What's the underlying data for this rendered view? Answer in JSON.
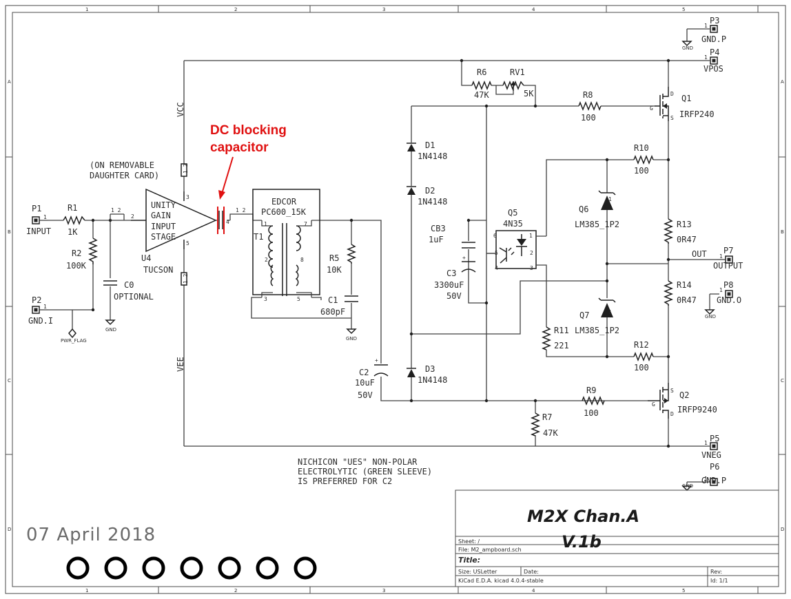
{
  "border": {
    "columns": [
      "1",
      "2",
      "3",
      "4",
      "5"
    ],
    "rows": [
      "A",
      "B",
      "C",
      "D"
    ]
  },
  "annotation": {
    "line1": "DC blocking",
    "line2": "capacitor"
  },
  "connectors": {
    "p1": {
      "ref": "P1",
      "name": "INPUT",
      "pin": "1"
    },
    "p2": {
      "ref": "P2",
      "name": "GND.I",
      "pin": "1"
    },
    "p3": {
      "ref": "P3",
      "name": "GND.P",
      "pin": "1"
    },
    "p4": {
      "ref": "P4",
      "name": "VPOS",
      "pin": "1"
    },
    "p5": {
      "ref": "P5",
      "name": "VNEG",
      "pin": "1"
    },
    "p6": {
      "ref": "P6",
      "name": "GND.P",
      "pin": "1"
    },
    "p7": {
      "ref": "P7",
      "name": "OUTPUT",
      "pin": "1"
    },
    "p8": {
      "ref": "P8",
      "name": "GND.O",
      "pin": "1"
    }
  },
  "resistors": {
    "r1": {
      "ref": "R1",
      "value": "1K"
    },
    "r2": {
      "ref": "R2",
      "value": "100K"
    },
    "r5": {
      "ref": "R5",
      "value": "10K"
    },
    "r6": {
      "ref": "R6",
      "value": "47K"
    },
    "rv1": {
      "ref": "RV1",
      "value": "5K"
    },
    "r7": {
      "ref": "R7",
      "value": "47K"
    },
    "r8": {
      "ref": "R8",
      "value": "100"
    },
    "r9": {
      "ref": "R9",
      "value": "100"
    },
    "r10": {
      "ref": "R10",
      "value": "100"
    },
    "r11": {
      "ref": "R11",
      "value": "221"
    },
    "r12": {
      "ref": "R12",
      "value": "100"
    },
    "r13": {
      "ref": "R13",
      "value": "0R47"
    },
    "r14": {
      "ref": "R14",
      "value": "0R47"
    }
  },
  "capacitors": {
    "c0": {
      "ref": "C0",
      "value": "OPTIONAL"
    },
    "c1": {
      "ref": "C1",
      "value": "680pF"
    },
    "c2": {
      "ref": "C2",
      "value1": "10uF",
      "value2": "50V"
    },
    "c3": {
      "ref": "C3",
      "value1": "3300uF",
      "value2": "50V"
    },
    "cb3": {
      "ref": "CB3",
      "value": "1uF"
    }
  },
  "diodes": {
    "d1": {
      "ref": "D1",
      "value": "1N4148"
    },
    "d2": {
      "ref": "D2",
      "value": "1N4148"
    },
    "d3": {
      "ref": "D3",
      "value": "1N4148"
    },
    "q6": {
      "ref": "Q6",
      "value": "LM385_1P2"
    },
    "q7": {
      "ref": "Q7",
      "value": "LM385_1P2"
    }
  },
  "transistors": {
    "q1": {
      "ref": "Q1",
      "value": "IRFP240"
    },
    "q2": {
      "ref": "Q2",
      "value": "IRFP9240"
    },
    "q5": {
      "ref": "Q5",
      "value": "4N35"
    }
  },
  "amp": {
    "ref": "U4",
    "value": "TUCSON",
    "body": [
      "UNITY",
      "GAIN",
      "INPUT",
      "STAGE"
    ],
    "note1": "(ON REMOVABLE",
    "note2": "DAUGHTER CARD)",
    "vcc": "VCC",
    "vee": "VEE"
  },
  "transformer": {
    "ref": "T1",
    "brand": "EDCOR",
    "model": "PC600_15K"
  },
  "nets": {
    "out": "OUT",
    "gnd": "GND",
    "pwr_flag": "PWR_FLAG"
  },
  "footnote": [
    "NICHICON \"UES\" NON-POLAR",
    "ELECTROLYTIC (GREEN SLEEVE)",
    "IS PREFERRED FOR C2"
  ],
  "date": "07 April 2018",
  "title_block": {
    "heading1": "M2X Chan.A",
    "heading2": "V.1b",
    "sheet": "Sheet: /",
    "file": "File: M2_ampboard.sch",
    "title_label": "Title:",
    "size": "Size: USLetter",
    "date_label": "Date:",
    "rev": "Rev:",
    "kicad": "KiCad E.D.A.  kicad 4.0.4-stable",
    "id": "Id: 1/1"
  }
}
